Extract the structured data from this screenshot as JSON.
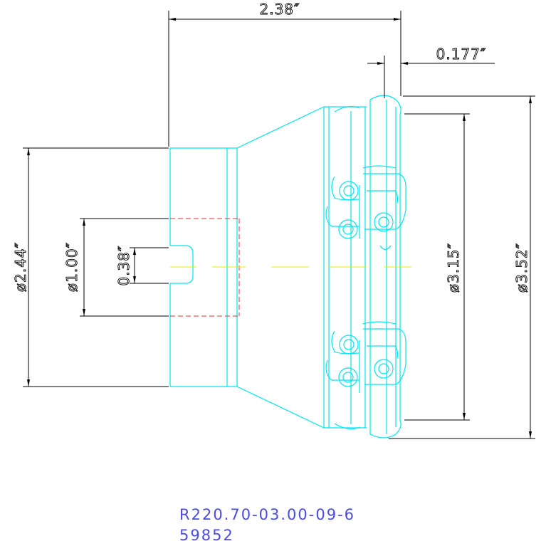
{
  "drawing": {
    "dimensions": {
      "overall_length": "2.38″",
      "flange_thickness": "0.177″",
      "shank_diameter": "ø2.44″",
      "pilot_diameter": "ø1.00″",
      "keyway_width": "0.38″",
      "cutting_diameter": "ø3.15″",
      "body_diameter": "ø3.52″"
    },
    "colors": {
      "outline": "#00e5f0",
      "dimension": "#000000",
      "hidden": "#e53030",
      "centerline": "#e8e800",
      "part_number_text": "#4a4ae6"
    }
  },
  "footer": {
    "part_number": "R220.70-03.00-09-6",
    "item_number": "59852"
  }
}
